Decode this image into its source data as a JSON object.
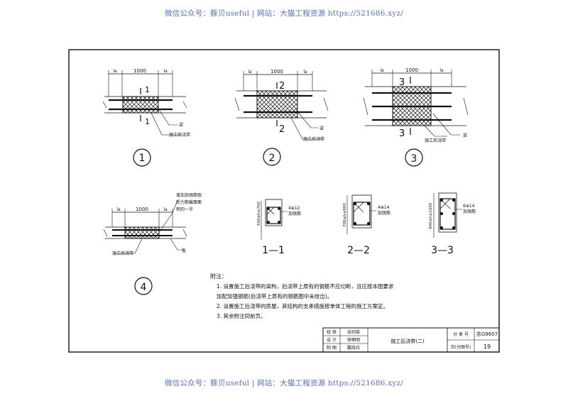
{
  "watermark": {
    "text": "微信公众号：豚贝useful | 网站：大猫工程资源 https://521686.xyz/"
  },
  "details": [
    {
      "number": "1",
      "section": "1",
      "dim_la": "la",
      "dim_center": "1000",
      "label_beam": "梁",
      "label_band": "施工后浇带"
    },
    {
      "number": "2",
      "section": "2",
      "dim_la": "la",
      "dim_center": "1000",
      "label_beam": "梁",
      "label_band": "施工后浇带"
    },
    {
      "number": "3",
      "section": "3",
      "dim_la": "la",
      "dim_center": "1000",
      "label_beam": "梁",
      "label_band": "施工后浇带"
    },
    {
      "number": "4",
      "dim_la": "la",
      "dim_center": "1000",
      "label_band": "施工后浇带",
      "label_slab": "板",
      "note_lines": [
        "增加加强筋取",
        "受力筋截面面",
        "积的一半"
      ]
    }
  ],
  "sections": [
    {
      "title": "1—1",
      "height_dim": "500≤h≤700",
      "bar": "4⊕12",
      "bar_note": "加强筋"
    },
    {
      "title": "2—2",
      "height_dim": "700≤h≤900",
      "bar": "4⊕14",
      "bar_note": "加强筋"
    },
    {
      "title": "3—3",
      "height_dim": "900≤h≤1200",
      "bar": "6⊕14",
      "bar_note": "加强筋"
    }
  ],
  "notes": {
    "heading": "附注：",
    "lines": [
      "1.   设置施工后浇带的梁构，后浇带上原有的钢筋不应切断，且应按本图要求",
      "      加配加强钢筋(后浇带上原有的钢筋图中未绘出)。",
      "2.   设置施工后浇带的房屋，其结构的支承措施按单体工程的施工方案定。",
      "3.   其余附注同前页。"
    ]
  },
  "titleblock": {
    "row_labels": [
      "校 核",
      "设 计",
      "制 图"
    ],
    "names": [
      "余则菜",
      "徐喇明",
      "戴晓兵"
    ],
    "title": "施工后浇带(二)",
    "category_label": "分 类 号",
    "category_value": "苏G9607",
    "page_label": "页(分图号)",
    "page_value": "19"
  }
}
